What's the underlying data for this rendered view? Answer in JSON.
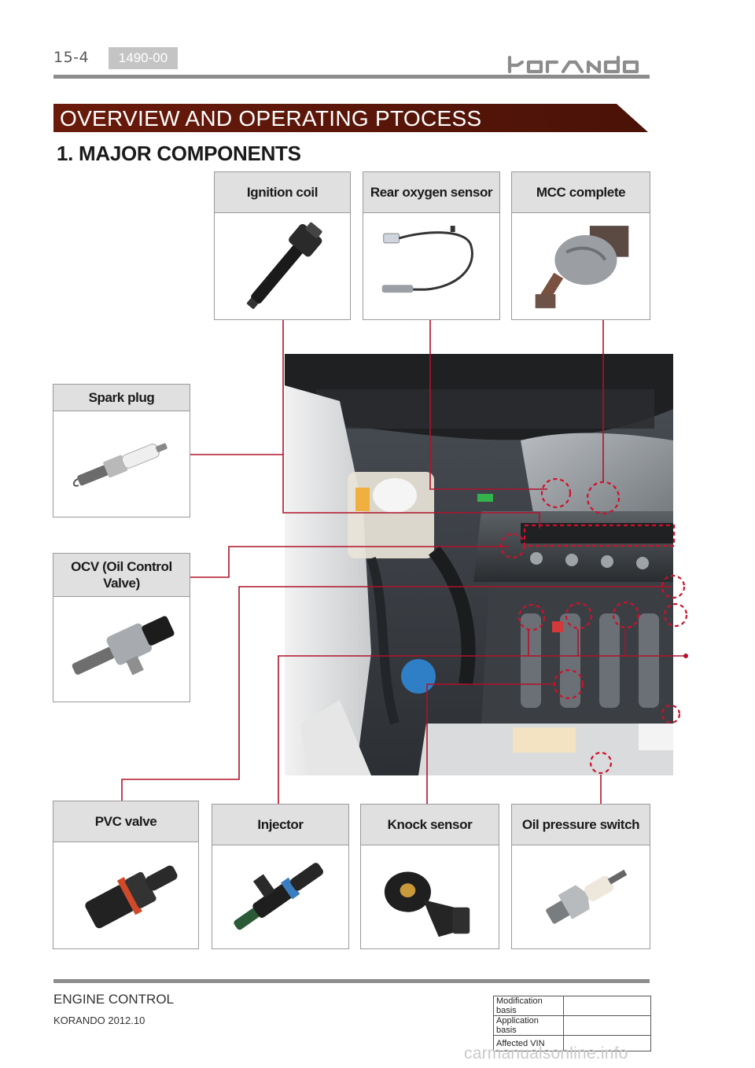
{
  "header": {
    "page_number": "15-4",
    "code": "1490-00",
    "brand": "korando"
  },
  "section": {
    "banner": "OVERVIEW AND OPERATING PTOCESS",
    "heading": "1. MAJOR COMPONENTS"
  },
  "components": {
    "ignition_coil": "Ignition coil",
    "rear_oxygen_sensor": "Rear oxygen sensor",
    "mcc_complete": "MCC complete",
    "spark_plug": "Spark plug",
    "ocv": "OCV (Oil Control Valve)",
    "pvc_valve": "PVC valve",
    "injector": "Injector",
    "knock_sensor": "Knock sensor",
    "oil_pressure_switch": "Oil pressure switch"
  },
  "footer": {
    "title": "ENGINE CONTROL",
    "subtitle": "KORANDO 2012.10",
    "table": {
      "modification_basis": "Modification basis",
      "application_basis": "Application basis",
      "affected_vin": "Affected VIN"
    },
    "watermark": "carmanualsonline.info"
  },
  "colors": {
    "banner": "#5a1608",
    "leader_line": "#b0122a",
    "rule": "#8c8c8c",
    "card_header": "#e0e0e0"
  }
}
